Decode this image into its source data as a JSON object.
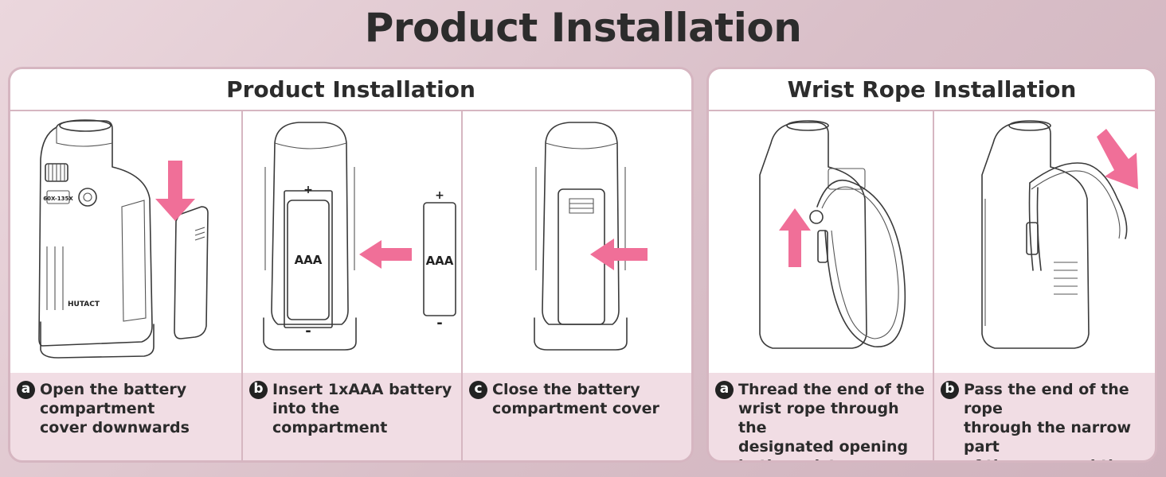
{
  "title": "Product Installation",
  "panels": [
    {
      "heading": "Product Installation",
      "steps": [
        {
          "badge": "a",
          "text": "Open the battery\ncompartment\ncover downwards",
          "device": {
            "brand": "HUTACT",
            "zoom": "60X-135X"
          }
        },
        {
          "badge": "b",
          "text": "Insert 1xAAA battery\ninto the compartment",
          "battery": {
            "label": "AAA",
            "plus": "+",
            "minus": "-"
          }
        },
        {
          "badge": "c",
          "text": "Close the battery\ncompartment cover"
        }
      ]
    },
    {
      "heading": "Wrist Rope Installation",
      "steps": [
        {
          "badge": "a",
          "text": "Thread the end of the\nwrist rope through the\ndesignated opening\nin the wrist rope"
        },
        {
          "badge": "b",
          "text": "Pass the end of the rope\nthrough the narrow part\nof the rope and then\ntighten it"
        }
      ]
    }
  ],
  "colors": {
    "arrow": "#f06f98",
    "panel_fill": "#f1dde4",
    "panel_border": "#d6b6c1",
    "background": "#dcc3cc"
  },
  "icons": [
    "arrow-down-icon",
    "arrow-left-icon",
    "arrow-up-icon",
    "arrow-down-right-icon"
  ]
}
